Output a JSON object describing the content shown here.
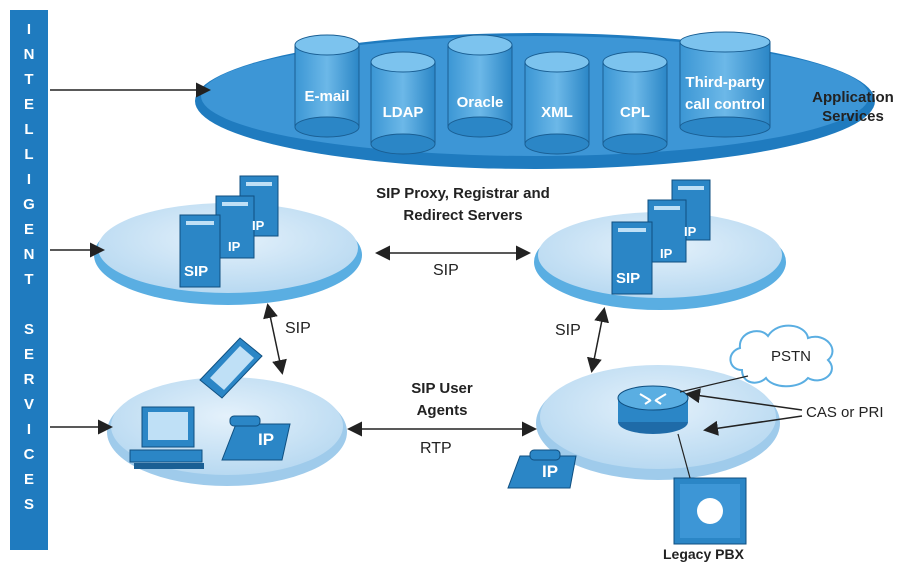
{
  "side_bar": {
    "letters": [
      "I",
      "N",
      "T",
      "E",
      "L",
      "L",
      "I",
      "G",
      "E",
      "N",
      "T",
      "",
      "S",
      "E",
      "R",
      "V",
      "I",
      "C",
      "E",
      "S"
    ]
  },
  "application_services": {
    "label_line1": "Application",
    "label_line2": "Services",
    "databases": [
      "E-mail",
      "LDAP",
      "Oracle",
      "XML",
      "CPL"
    ],
    "third_party_line1": "Third-party",
    "third_party_line2": "call control"
  },
  "servers": {
    "title_line1": "SIP Proxy, Registrar and",
    "title_line2": "Redirect Servers",
    "sip_label": "SIP",
    "server_tags": {
      "sip": "SIP",
      "ip": "IP"
    }
  },
  "links": {
    "left_sip": "SIP",
    "right_sip": "SIP",
    "center_sip": "SIP",
    "rtp": "RTP"
  },
  "user_agents": {
    "title_line1": "SIP User",
    "title_line2": "Agents",
    "phone_tag": "IP"
  },
  "gateway": {
    "pstn": "PSTN",
    "cas_pri": "CAS or PRI",
    "legacy_pbx": "Legacy PBX",
    "phone_tag": "IP"
  },
  "colors": {
    "dark_blue": "#1f7bbf",
    "light_blue": "#cfe6f6",
    "mid_blue": "#5aaee2"
  }
}
